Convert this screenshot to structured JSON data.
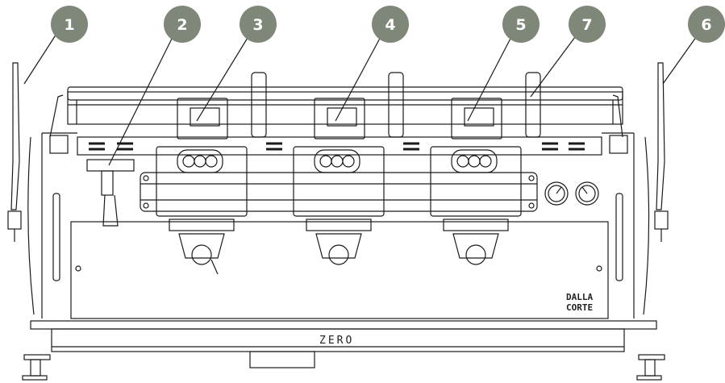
{
  "diagram": {
    "callouts": [
      {
        "label": "1",
        "ref": "steam-wand-left"
      },
      {
        "label": "2",
        "ref": "hot-water-tap"
      },
      {
        "label": "3",
        "ref": "display-group-1"
      },
      {
        "label": "4",
        "ref": "display-group-2"
      },
      {
        "label": "5",
        "ref": "display-group-3"
      },
      {
        "label": "6",
        "ref": "steam-wand-right"
      },
      {
        "label": "7",
        "ref": "group-lever"
      }
    ],
    "brand_line1": "DALLA",
    "brand_line2": "CORTE",
    "model_name": "ZERO"
  },
  "colors": {
    "callout_fill": "#7f8779",
    "callout_text": "#ffffff",
    "line": "#1a1a1a"
  }
}
